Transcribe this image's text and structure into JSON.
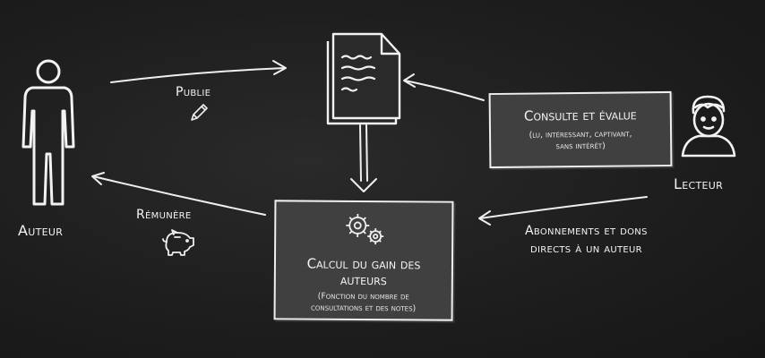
{
  "actors": {
    "author": "Auteur",
    "reader": "Lecteur"
  },
  "flows": {
    "publish": "Publie",
    "remunerate": "Rémunère",
    "subscriptions_line1": "Abonnements et dons",
    "subscriptions_line2": "directs à un auteur"
  },
  "consult_box": {
    "title": "Consulte et évalue",
    "detail_line1": "(lu, intéressant, captivant,",
    "detail_line2": "sans intérêt)"
  },
  "calc_box": {
    "title_line1": "Calcul du gain des",
    "title_line2": "auteurs",
    "detail_line1": "(Fonction du nombre de",
    "detail_line2": "consultations et des notes)"
  },
  "icons": {
    "author": "person-icon",
    "document": "document-icon",
    "reader": "reader-avatar-icon",
    "pencil": "pencil-icon",
    "piggy": "piggy-bank-icon",
    "gears": "gears-icon"
  },
  "colors": {
    "background": "#1c1c1c",
    "box_fill": "#404040",
    "chalk": "#f2f2f2"
  }
}
